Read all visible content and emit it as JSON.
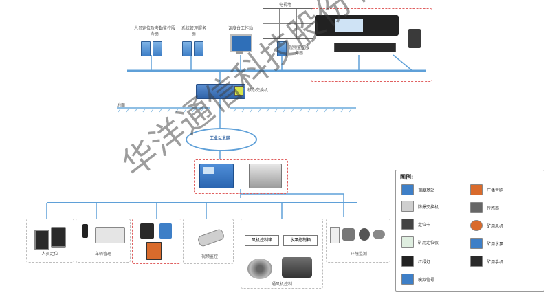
{
  "top": {
    "server_group_1_label": "人员定位及考勤监控服务器",
    "server_group_2_label": "系统管理服务器",
    "workstation_label": "调度台工作站",
    "server_group_4_label": "视频监控服务器",
    "video_wall_label": "电视墙"
  },
  "core_switch_label": "核心交换机",
  "ground_label": "地面",
  "ring_network_label": "工业以太网",
  "branches": {
    "personnel_label": "人员定位",
    "vehicle_label": "车辆管理",
    "video_label": "视频监控",
    "env_label": "环境监测",
    "fan_panel_1": "风机控制箱",
    "fan_panel_2": "水泵控制箱",
    "fan_caption": "通风机控制"
  },
  "legend": {
    "title": "图例:",
    "items_left": [
      "调度基站",
      "防爆交换机",
      "定位卡",
      "矿用定位仪",
      "红绿灯",
      "模拟信号"
    ],
    "items_right": [
      "广播音响",
      "传感器",
      "矿用风机",
      "矿用水泵",
      "矿用手机"
    ]
  },
  "watermark": "华洋通信科技股份有限公司",
  "colors": {
    "line_blue": "#5fa0d8",
    "dashed_red": "#e06060",
    "device_blue": "#3e7fc7"
  }
}
